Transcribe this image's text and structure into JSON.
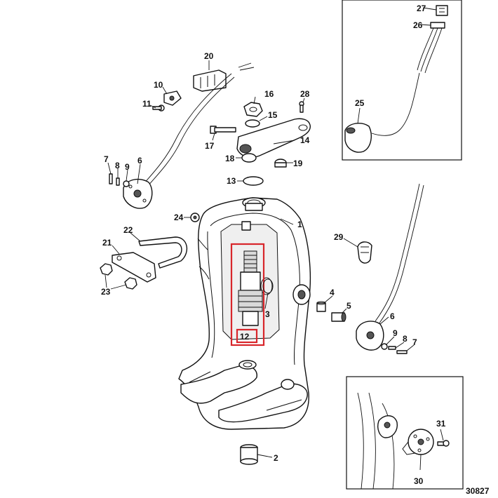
{
  "reference_number": "30827",
  "highlighted_part": "12",
  "callouts": [
    "1",
    "2",
    "3",
    "4",
    "5",
    "6",
    "7",
    "8",
    "9",
    "10",
    "11",
    "12",
    "13",
    "14",
    "15",
    "16",
    "17",
    "18",
    "19",
    "20",
    "21",
    "22",
    "23",
    "24",
    "25",
    "26",
    "27",
    "28",
    "29",
    "30",
    "31"
  ],
  "colors": {
    "highlight": "#d8262b",
    "line": "#111111",
    "background": "#ffffff"
  }
}
